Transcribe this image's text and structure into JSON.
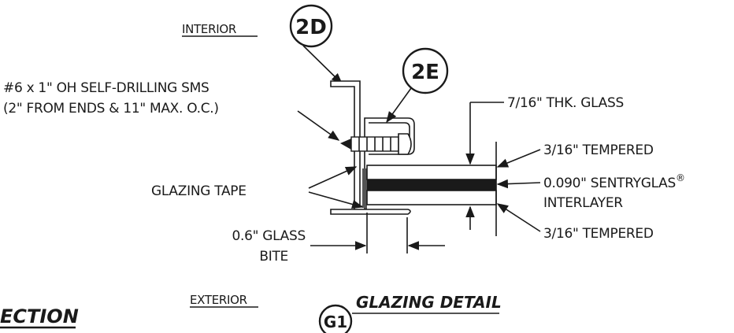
{
  "labels": {
    "interior": "INTERIOR",
    "exterior": "EXTERIOR",
    "screw_line1": "#6 x 1\" OH SELF-DRILLING SMS",
    "screw_line2": "(2\" FROM ENDS & 11\" MAX. O.C.)",
    "glazing_tape": "GLAZING TAPE",
    "glass_bite_line1": "0.6\" GLASS",
    "glass_bite_line2": "BITE",
    "thk_glass": "7/16\" THK. GLASS",
    "tempered_top": "3/16\" TEMPERED",
    "sentryglas": "0.090\" SENTRYGLAS",
    "registered": "®",
    "interlayer": "INTERLAYER",
    "tempered_bottom": "3/16\" TEMPERED"
  },
  "tags": {
    "detail_2d": "2D",
    "detail_2e": "2E",
    "detail_g1": "G1"
  },
  "titles": {
    "glazing_detail": "GLAZING DETAIL",
    "section_partial": "ECTION"
  }
}
